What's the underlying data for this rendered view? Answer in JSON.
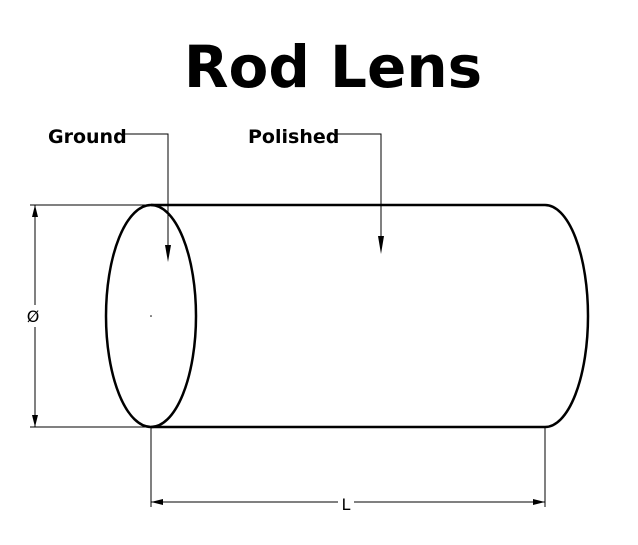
{
  "title": "Rod Lens",
  "labels": {
    "ground": "Ground",
    "polished": "Polished",
    "diameter": "Ø",
    "length": "L"
  },
  "colors": {
    "ink": "#000000",
    "background": "#ffffff"
  }
}
